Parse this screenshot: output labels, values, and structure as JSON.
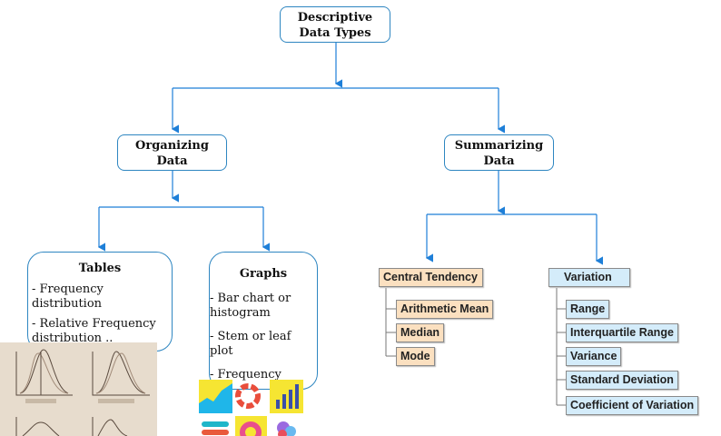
{
  "root": {
    "label_line1": "Descriptive",
    "label_line2": "Data Types"
  },
  "organizing": {
    "label_line1": "Organizing",
    "label_line2": "Data",
    "tables": {
      "title": "Tables",
      "items": [
        "- Frequency distribution",
        "- Relative Frequency distribution .."
      ]
    },
    "graphs": {
      "title": "Graphs",
      "items": [
        "- Bar chart or histogram",
        "- Stem or leaf plot",
        "- Frequency"
      ]
    }
  },
  "summarizing": {
    "label_line1": "Summarizing",
    "label_line2": "Data",
    "central_tendency": {
      "title": "Central Tendency",
      "items": [
        "Arithmetic Mean",
        "Median",
        "Mode"
      ]
    },
    "variation": {
      "title": "Variation",
      "items": [
        "Range",
        "Interquartile Range",
        "Variance",
        "Standard Deviation",
        "Coefficient of Variation"
      ]
    }
  },
  "colors": {
    "connector": "#1e7fd8",
    "central_fill": "#fbe0c0",
    "variation_fill": "#d4ecfa"
  },
  "images": [
    "skewed-distribution-curves-image",
    "chart-icons-image"
  ]
}
